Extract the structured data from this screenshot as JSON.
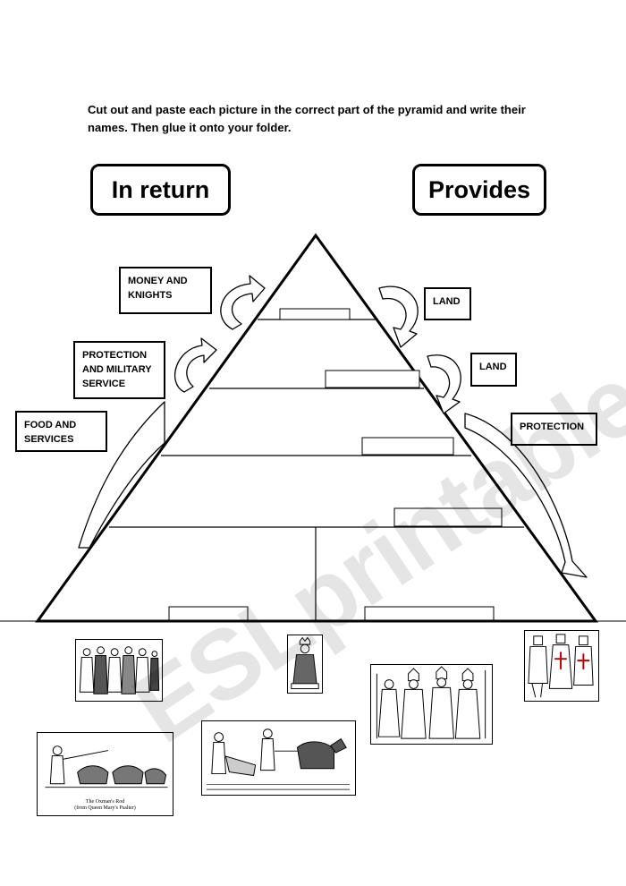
{
  "instructions": "Cut out and paste each picture in the correct part of the pyramid and write their names. Then glue it onto your folder.",
  "headers": {
    "left": "In return",
    "right": "Provides"
  },
  "left_tags": [
    "MONEY AND KNIGHTS",
    "PROTECTION AND MILITARY SERVICE",
    "FOOD AND SERVICES"
  ],
  "right_tags": [
    "LAND",
    "LAND",
    "PROTECTION"
  ],
  "pictures": {
    "ploughman_caption": "The Oxman's Rod",
    "ploughman_subcaption": "(from Queen Mary's Psalter)"
  },
  "watermark": "ESLprintables.com"
}
